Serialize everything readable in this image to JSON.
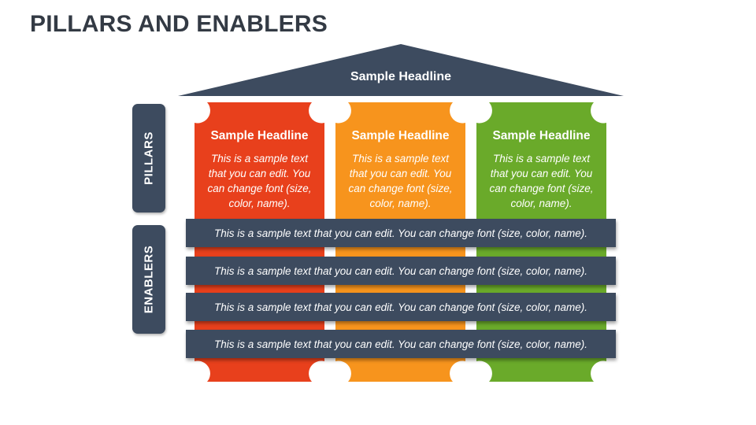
{
  "title": "PILLARS AND ENABLERS",
  "roof": {
    "headline": "Sample Headline",
    "color": "#3d4b5f"
  },
  "side_labels": {
    "pillars": "PILLARS",
    "enablers": "ENABLERS"
  },
  "pillars": [
    {
      "headline": "Sample Headline",
      "text": "This is a sample text that you can edit. You can change font (size, color, name).",
      "color": "#e8401c"
    },
    {
      "headline": "Sample Headline",
      "text": "This is a sample text that you can edit. You can change font (size, color, name).",
      "color": "#f7941d"
    },
    {
      "headline": "Sample Headline",
      "text": "This is a sample text that you can edit. You can change font (size, color, name).",
      "color": "#6aaa2a"
    }
  ],
  "enablers": [
    "This is a sample text that you can edit. You can change font (size, color, name).",
    "This is a sample text that you can edit. You can change font (size, color, name).",
    "This is a sample text that you can edit. You can change font (size, color, name).",
    "This is a sample text that you can edit. You can change font (size, color, name)."
  ]
}
